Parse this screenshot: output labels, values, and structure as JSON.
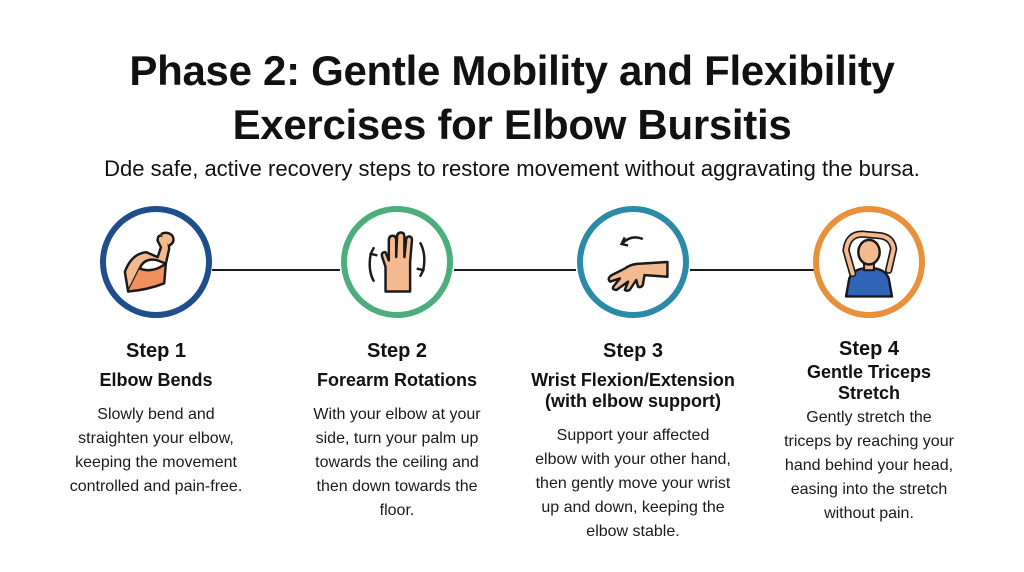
{
  "title_line1": "Phase 2: Gentle Mobility and Flexibility",
  "title_line2": "Exercises for Elbow Bursitis",
  "subtitle": "Dde safe, active recovery steps to restore movement without aggravating the bursa.",
  "colors": {
    "step1": "#1f4e8c",
    "step2": "#4cae7c",
    "step3": "#2b8aa6",
    "step4": "#e8903a",
    "connector": "#1a1a1a"
  },
  "steps": [
    {
      "number": "Step 1",
      "title_lines": [
        "Elbow Bends"
      ],
      "description_lines": [
        "Slowly bend and",
        "straighten your elbow,",
        "keeping the movement",
        "controlled and pain-free."
      ],
      "icon": "flexed-arm-icon"
    },
    {
      "number": "Step 2",
      "title_lines": [
        "Forearm Rotations"
      ],
      "description_lines": [
        "With your elbow at your",
        "side, turn your palm up",
        "towards the ceiling and",
        "then down towards the",
        "floor."
      ],
      "icon": "rotating-hand-icon"
    },
    {
      "number": "Step 3",
      "title_lines": [
        "Wrist Flexion/Extension",
        "(with elbow support)"
      ],
      "description_lines": [
        "Support your affected",
        "elbow with your other hand,",
        "then gently move your wrist",
        "up and down, keeping the",
        "elbow stable."
      ],
      "icon": "wrist-flexion-icon"
    },
    {
      "number": "Step 4",
      "title_lines": [
        "Gentle Triceps",
        "Stretch"
      ],
      "description_lines": [
        "Gently stretch the",
        "triceps by reaching your",
        "hand behind your head,",
        "easing into the stretch",
        "without pain."
      ],
      "icon": "triceps-stretch-icon"
    }
  ]
}
